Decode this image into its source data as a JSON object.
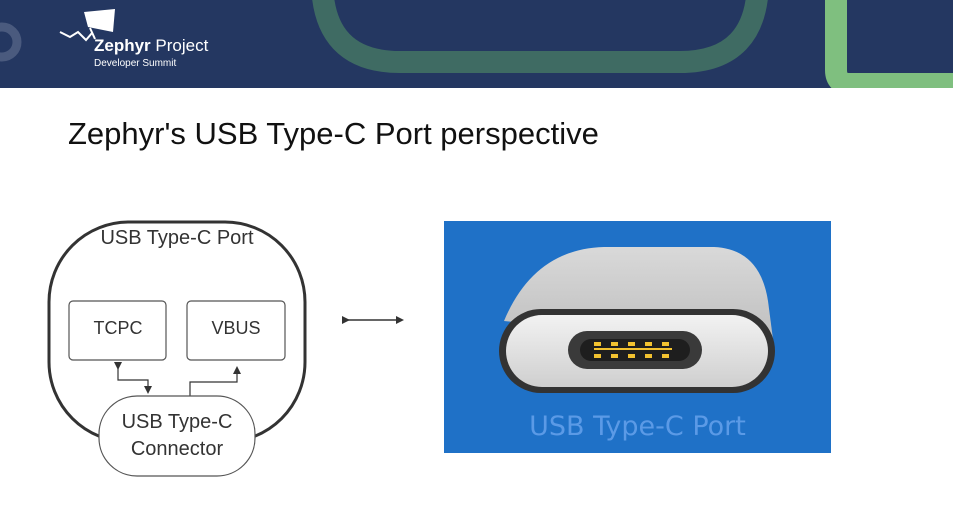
{
  "header": {
    "brand_name": "Zephyr",
    "brand_suffix": " Project",
    "brand_sub": "Developer Summit",
    "colors": {
      "background": "#243761",
      "accent_teal": "#3f6b63",
      "accent_green": "#7fbf7f"
    }
  },
  "slide": {
    "title": "Zephyr's USB Type-C Port perspective"
  },
  "diagram": {
    "port_label": "USB Type-C Port",
    "tcpc_label": "TCPC",
    "vbus_label": "VBUS",
    "connector_line1": "USB Type-C",
    "connector_line2": "Connector",
    "link_arrow": "↔"
  },
  "photo": {
    "caption": "USB Type-C Port",
    "colors": {
      "background": "#1f71c7",
      "caption": "#5b9ae6"
    }
  }
}
